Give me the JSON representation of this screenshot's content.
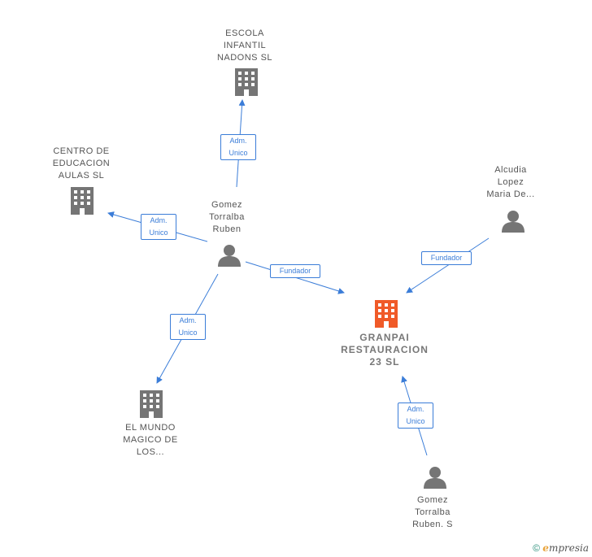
{
  "nodes": {
    "escola": {
      "label_lines": [
        "ESCOLA",
        "INFANTIL",
        "NADONS  SL"
      ],
      "icon": "building-icon"
    },
    "centro": {
      "label_lines": [
        "CENTRO DE",
        "EDUCACION",
        "AULAS  SL"
      ],
      "icon": "building-icon"
    },
    "gomez_ruben": {
      "label_lines": [
        "Gomez",
        "Torralba",
        "Ruben"
      ],
      "icon": "person-icon"
    },
    "alcudia": {
      "label_lines": [
        "Alcudia",
        "Lopez",
        "Maria De..."
      ],
      "icon": "person-icon"
    },
    "granpai": {
      "label_lines": [
        "GRANPAI",
        "RESTAURACION",
        "23  SL"
      ],
      "icon": "building-icon"
    },
    "mundo": {
      "label_lines": [
        "EL MUNDO",
        "MAGICO DE",
        "LOS..."
      ],
      "icon": "building-icon"
    },
    "gomez_ruben_s": {
      "label_lines": [
        "Gomez",
        "Torralba",
        "Ruben.  S"
      ],
      "icon": "person-icon"
    }
  },
  "edges": {
    "to_escola": {
      "label_lines": [
        "Adm.",
        "Unico"
      ]
    },
    "to_centro": {
      "label_lines": [
        "Adm.",
        "Unico"
      ]
    },
    "ruben_granpai": {
      "label_lines": [
        "Fundador"
      ]
    },
    "alcudia_granpai": {
      "label_lines": [
        "Fundador"
      ]
    },
    "to_mundo": {
      "label_lines": [
        "Adm.",
        "Unico"
      ]
    },
    "rubens_granpai": {
      "label_lines": [
        "Adm.",
        "Unico"
      ]
    }
  },
  "colors": {
    "edge": "#3b7dd8",
    "building": "#757575",
    "focus_building": "#f05a28",
    "person": "#757575"
  },
  "footer": {
    "copyright": "©",
    "brand_initial": "e",
    "brand_rest": "mpresia"
  }
}
